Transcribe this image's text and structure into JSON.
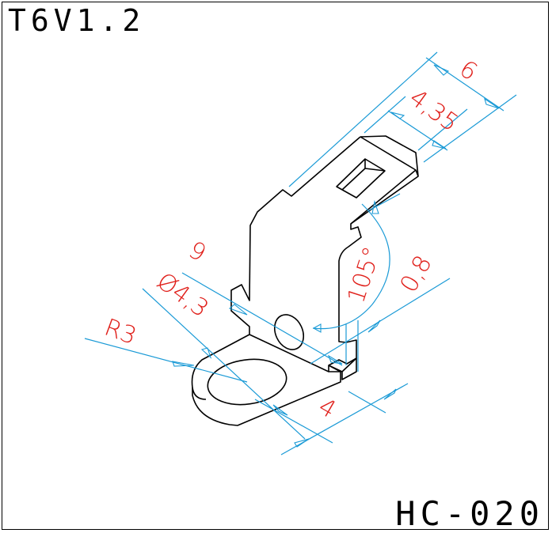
{
  "title": "T6V1.2",
  "drawing_code": "HC-020",
  "dimensions": {
    "width_6": "6",
    "slot_4_35": "4,35",
    "angle_105": "105°",
    "thickness_0_8": "0,8",
    "length_9": "9",
    "hole_dia": "Ø4,3",
    "radius": "R3",
    "width_4": "4"
  },
  "colors": {
    "part": "#000000",
    "dimension_lines": "#1a9ad6",
    "dimension_text": "#e0201b"
  }
}
